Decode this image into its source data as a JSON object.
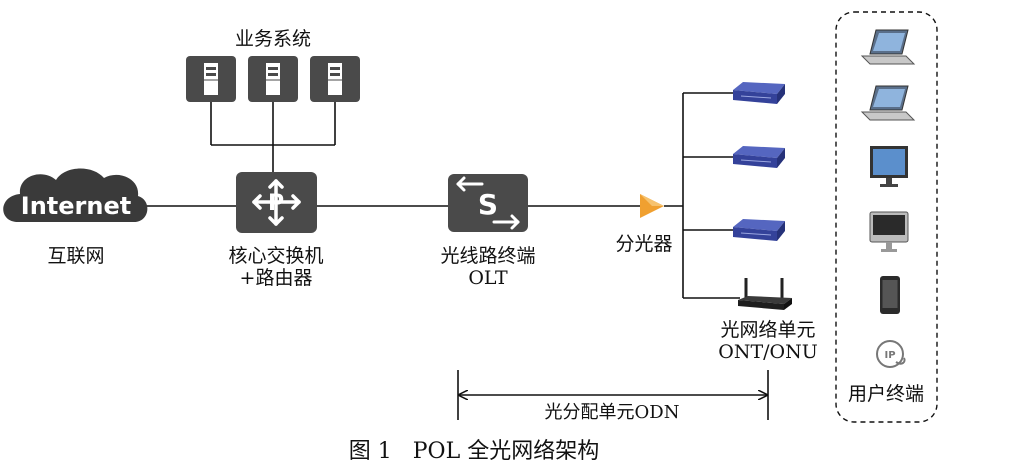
{
  "business_systems": {
    "label": "业务系统"
  },
  "internet": {
    "cloud_text": "Internet",
    "label": "互联网"
  },
  "core_switch": {
    "label_line1": "核心交换机",
    "label_line2": "+路由器"
  },
  "olt": {
    "label_line1": "光线路终端",
    "label_line2": "OLT"
  },
  "splitter": {
    "label": "分光器"
  },
  "ont": {
    "label_line1": "光网络单元",
    "label_line2": "ONT/ONU"
  },
  "user_terminals": {
    "label": "用户终端",
    "icons": [
      "laptop-icon",
      "laptop-icon",
      "desktop-monitor-icon",
      "imac-icon",
      "tablet-icon",
      "ip-phone-icon"
    ]
  },
  "odn": {
    "label": "光分配单元ODN"
  },
  "caption": "图 1   POL 全光网络架构",
  "colors": {
    "device_fill": "#4a4a4a",
    "splitter": "#f0a030",
    "line": "#111111",
    "ont_blue": "#3a4aa0"
  }
}
